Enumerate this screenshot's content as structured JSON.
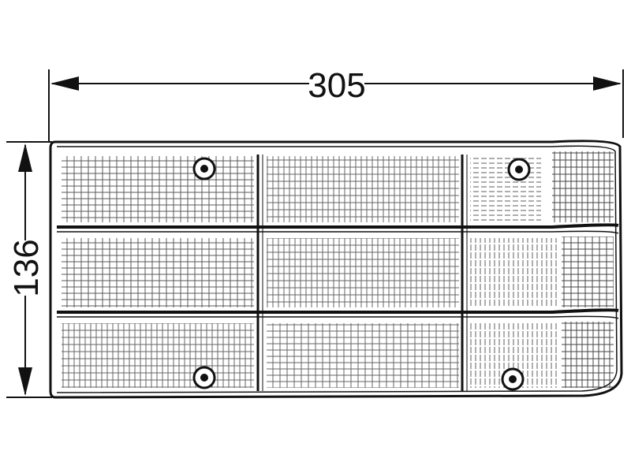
{
  "drawing": {
    "width_dimension": "305",
    "height_dimension": "136"
  },
  "colors": {
    "ink": "#111111",
    "background": "#ffffff",
    "lens_fill": "#ffffff"
  },
  "lamp": {
    "rows": 3,
    "columns": 3,
    "screws": 4
  }
}
